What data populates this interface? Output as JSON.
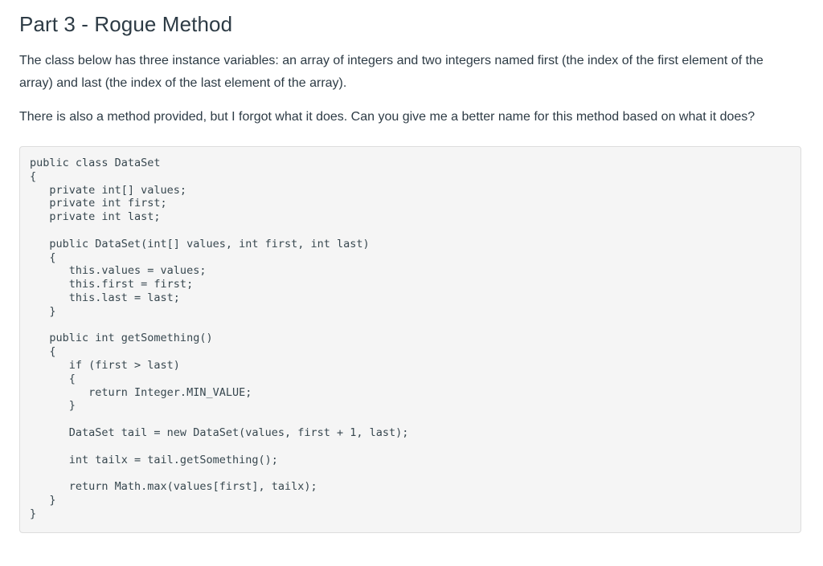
{
  "document": {
    "title": "Part 3 - Rogue Method",
    "paragraphs": [
      "The class below has three instance variables:  an array of integers and two integers named first (the index of the first element of the array) and last (the index of the last element of the array).",
      "There is also a method provided, but I forgot what it does.  Can you give me a better name for this method based on what it does?"
    ],
    "code_block": {
      "language": "java",
      "content": "public class DataSet\n{\n   private int[] values;\n   private int first;\n   private int last;\n\n   public DataSet(int[] values, int first, int last)\n   {\n      this.values = values;\n      this.first = first;\n      this.last = last;\n   }\n\n   public int getSomething()\n   {\n      if (first > last)\n      {\n         return Integer.MIN_VALUE;\n      }\n\n      DataSet tail = new DataSet(values, first + 1, last);\n\n      int tailx = tail.getSomething();\n\n      return Math.max(values[first], tailx);\n   }\n}"
    }
  },
  "colors": {
    "page_background": "#ffffff",
    "heading_text": "#2d3b45",
    "body_text": "#2d3b45",
    "code_text": "#37474f",
    "code_background": "#f5f5f5",
    "code_border": "#dddddd"
  }
}
